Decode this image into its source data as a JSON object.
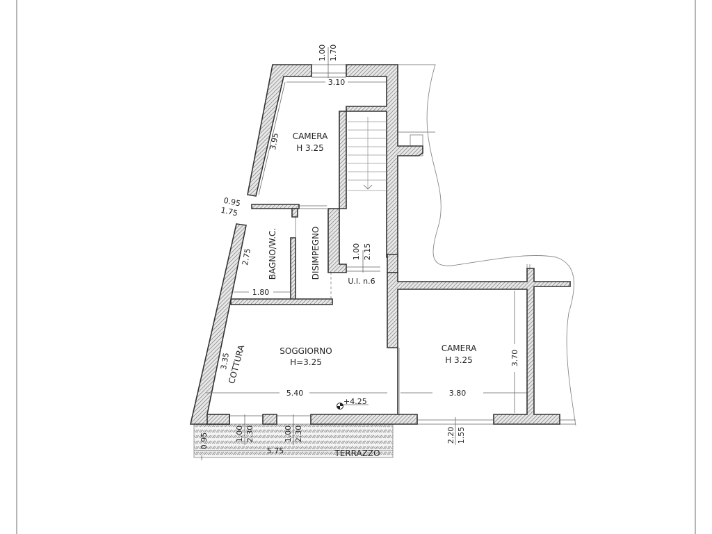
{
  "plan": {
    "rooms": [
      {
        "name": "CAMERA",
        "height": "H 3.25"
      },
      {
        "name": "BAGNO/W.C."
      },
      {
        "name": "DISIMPEGNO"
      },
      {
        "name": "SOGGIORNO",
        "height": "H=3.25"
      },
      {
        "name": "COTTURA"
      },
      {
        "name": "CAMERA",
        "height": "H 3.25"
      },
      {
        "name": "TERRAZZO"
      }
    ],
    "unit_label": "U.I. n.6",
    "elevation": "+4.25",
    "dimensions": {
      "top_window_a": "1.00",
      "top_window_b": "1.70",
      "camera1_width": "3.10",
      "camera1_wall": "3.95",
      "window_left_a": "0.95",
      "window_left_b": "1.75",
      "bagno_wall": "2.75",
      "bagno_width": "1.80",
      "door_a": "1.00",
      "door_b": "2.15",
      "soggiorno_wall": "3.35",
      "soggiorno_width": "5.40",
      "camera2_width": "3.80",
      "camera2_height": "3.70",
      "terrace_depth": "0.95",
      "window1_a": "1.00",
      "window1_b": "2.30",
      "window2_a": "1.00",
      "window2_b": "2.30",
      "terrace_width": "5.75",
      "window3_a": "2.20",
      "window3_b": "1.55"
    }
  },
  "colors": {
    "wall_stroke": "#333333",
    "hatch": "#777777",
    "line": "#888888",
    "border": "#b5b5b5"
  }
}
